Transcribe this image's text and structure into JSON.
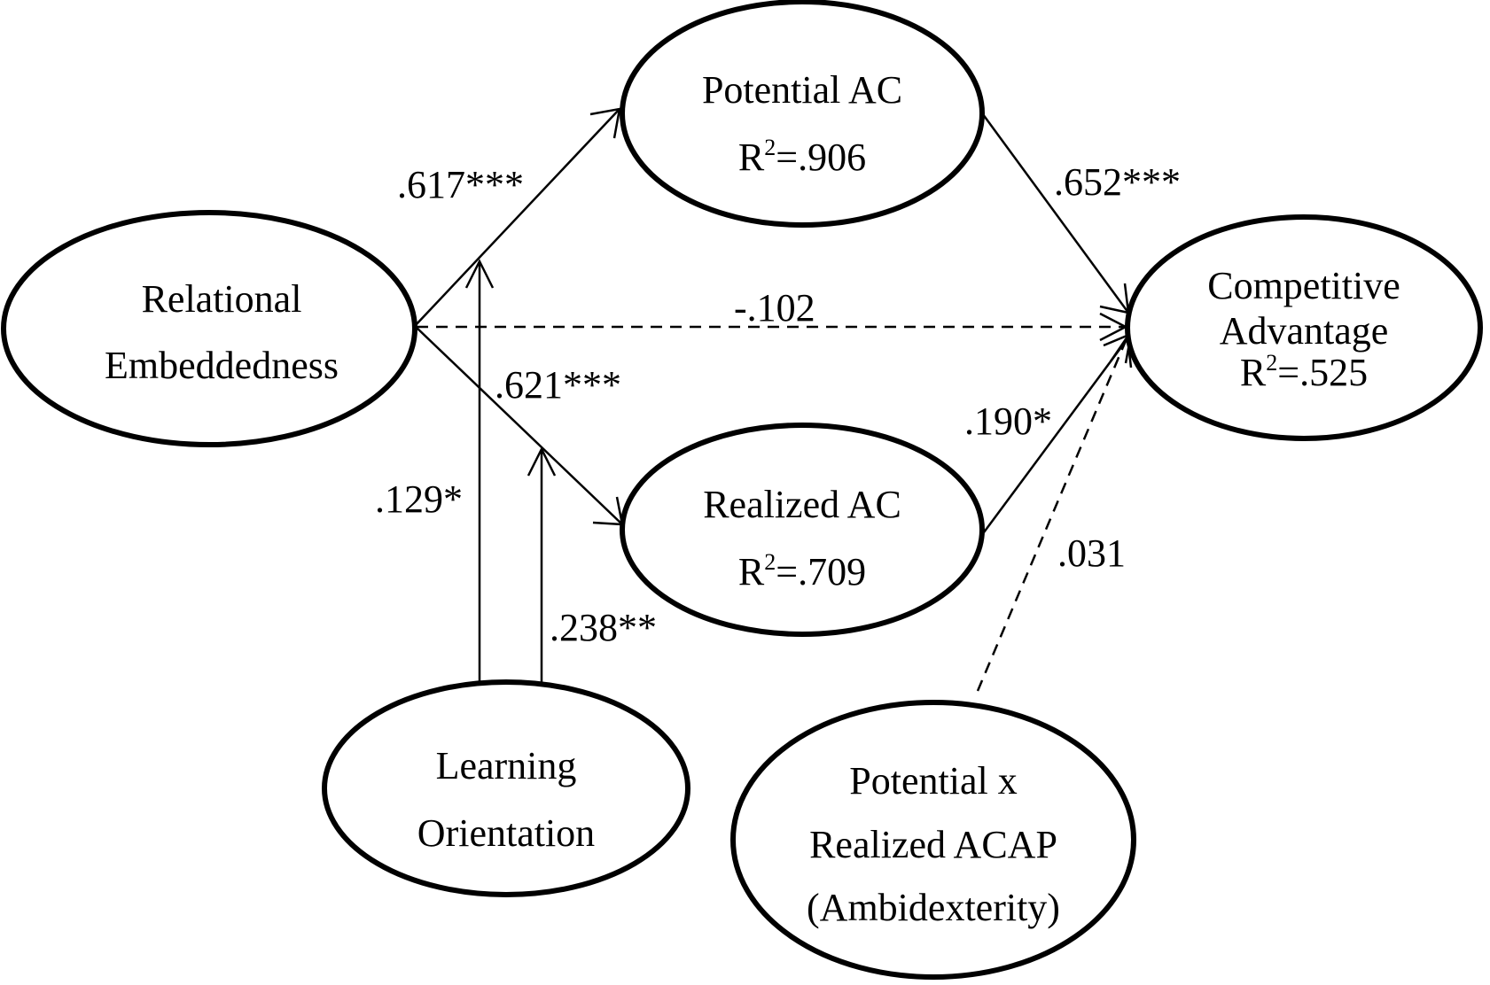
{
  "nodes": {
    "relational_embeddedness": {
      "line1": "Relational",
      "line2": "Embeddedness"
    },
    "potential_ac": {
      "line1": "Potential AC",
      "r2_prefix": "R",
      "r2_sup": "2",
      "r2_value": "=.906"
    },
    "realized_ac": {
      "line1": "Realized AC",
      "r2_prefix": "R",
      "r2_sup": "2",
      "r2_value": "=.709"
    },
    "competitive_advantage": {
      "line1": "Competitive",
      "line2": "Advantage",
      "r2_prefix": "R",
      "r2_sup": "2",
      "r2_value": "=.525"
    },
    "learning_orientation": {
      "line1": "Learning",
      "line2": "Orientation"
    },
    "ambidexterity": {
      "line1": "Potential x",
      "line2": "Realized ACAP",
      "line3": "(Ambidexterity)"
    }
  },
  "paths": {
    "re_to_pac": ".617***",
    "re_to_rac": ".621***",
    "re_to_ca": "-.102",
    "pac_to_ca": ".652***",
    "rac_to_ca": ".190*",
    "amb_to_ca": ".031",
    "lo_mod_pac": ".129*",
    "lo_mod_rac": ".238**"
  },
  "colors": {
    "stroke": "#000000",
    "background": "#ffffff"
  }
}
